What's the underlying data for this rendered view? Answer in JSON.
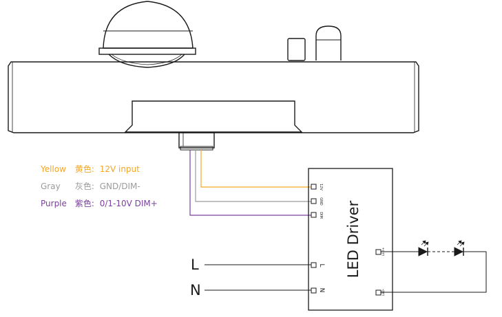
{
  "legend": {
    "yellow": {
      "name": "Yellow",
      "cn": "黄色:",
      "value": "12V input"
    },
    "gray": {
      "name": "Gray",
      "cn": "灰色:",
      "value": "GND/DIM-"
    },
    "purple": {
      "name": "Purple",
      "cn": "紫色:",
      "value": "0/1-10V DIM+"
    }
  },
  "driver": {
    "title": "LED Driver",
    "terminals": {
      "v12": "12V",
      "gnd": "GND",
      "dim": "DIM",
      "l": "L",
      "n": "N"
    },
    "outputs": {
      "plus": "LED+",
      "minus": "LED-"
    }
  },
  "mains": {
    "l": "L",
    "n": "N"
  },
  "colors": {
    "yellow": "#f5a623",
    "gray": "#9b9b9b",
    "purple": "#7b3f9e",
    "line": "#1a1a1a"
  }
}
